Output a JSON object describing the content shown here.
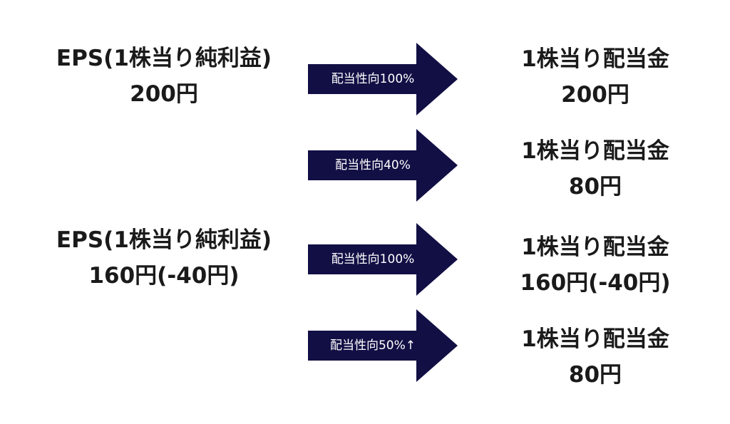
{
  "rows": [
    {
      "eps": {
        "line1": "EPS(1株当り純利益)",
        "line2": "200円"
      },
      "arrow": {
        "label": "配当性向100%"
      },
      "result": {
        "line1": "1株当り配当金",
        "line2": "200円"
      }
    },
    {
      "arrow": {
        "label": "配当性向40%"
      },
      "result": {
        "line1": "1株当り配当金",
        "line2": "80円"
      }
    },
    {
      "eps": {
        "line1": "EPS(1株当り純利益)",
        "line2": "160円(-40円)"
      },
      "arrow": {
        "label": "配当性向100%"
      },
      "result": {
        "line1": "1株当り配当金",
        "line2": "160円(-40円)"
      }
    },
    {
      "arrow": {
        "label": "配当性向50%↑"
      },
      "result": {
        "line1": "1株当り配当金",
        "line2": "80円"
      }
    }
  ],
  "colors": {
    "arrow_fill": "#120f45",
    "arrow_text": "#ffffff",
    "text": "#1a1a1a"
  }
}
